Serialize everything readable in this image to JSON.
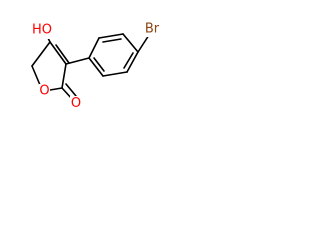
{
  "molecule": {
    "atoms": {
      "hydroxyl": "HO",
      "ring_oxygen": "O",
      "carbonyl_oxygen": "O",
      "bromine": "Br"
    }
  },
  "colors": {
    "bond": "#000000",
    "oxygen": "#ff0000",
    "bromine": "#8b4513",
    "background": "#ffffff"
  }
}
